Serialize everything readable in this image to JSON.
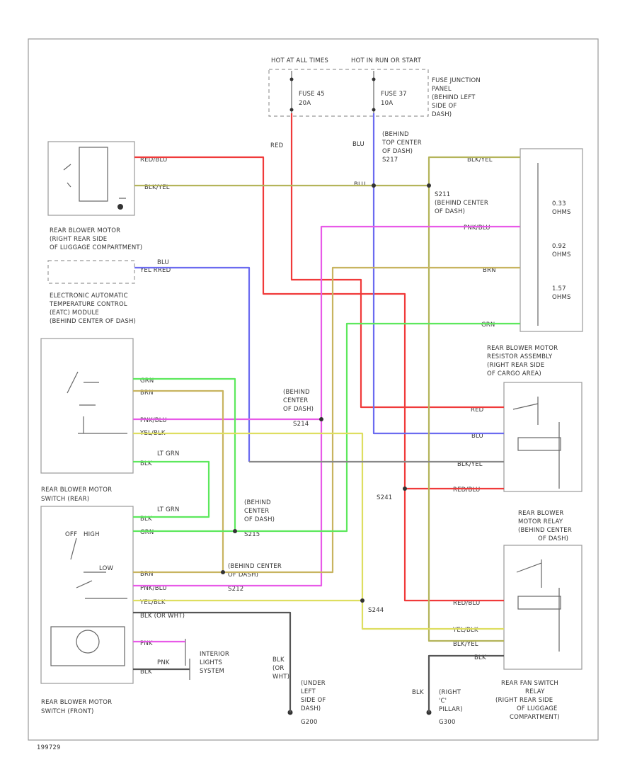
{
  "fuse_panel": {
    "hot_at_all_times": "HOT AT ALL TIMES",
    "hot_in_run": "HOT IN RUN OR START",
    "fuse45": [
      "FUSE 45",
      "20A"
    ],
    "fuse37": [
      "FUSE 37",
      "10A"
    ],
    "label": [
      "FUSE JUNCTION",
      "PANEL",
      "(BEHIND LEFT",
      "SIDE OF",
      "DASH)"
    ]
  },
  "top": {
    "red": "RED",
    "blu": "BLU",
    "behind_top": [
      "(BEHIND",
      "TOP CENTER",
      "OF DASH)",
      "S217"
    ]
  },
  "s211": [
    "S211",
    "(BEHIND CENTER",
    "OF DASH)"
  ],
  "motor": {
    "wire1": "RED/BLU",
    "wire2": "BLK/YEL",
    "label": [
      "REAR BLOWER MOTOR",
      "(RIGHT REAR SIDE",
      "OF LUGGAGE COMPARTMENT)"
    ]
  },
  "eatc": {
    "blu": "BLU",
    "wire": "YEL   RRED",
    "label": [
      "ELECTRONIC AUTOMATIC",
      "TEMPERATURE CONTROL",
      "(EATC) MODULE",
      "(BEHIND CENTER OF DASH)"
    ]
  },
  "resistor": {
    "wires": [
      "BLK/YEL",
      "PNK/BLU",
      "BRN",
      "GRN"
    ],
    "values": [
      "0.33",
      "OHMS",
      "0.92",
      "OHMS",
      "1.57",
      "OHMS"
    ],
    "label": [
      "REAR BLOWER MOTOR",
      "RESISTOR ASSEMBLY",
      "(RIGHT REAR SIDE",
      "OF CARGO AREA)"
    ]
  },
  "switch_rear": {
    "wires": [
      "GRN",
      "BRN",
      "PNK/BLU",
      "YEL/BLK",
      "BLK"
    ],
    "lt_grn": "LT GRN",
    "label": [
      "REAR BLOWER MOTOR",
      "SWITCH (REAR)"
    ]
  },
  "s214": [
    "(BEHIND",
    "CENTER",
    "OF DASH)",
    "S214"
  ],
  "relay_ctrl": {
    "wires": [
      "RED",
      "BLU",
      "BLK/YEL",
      "RED/BLU"
    ],
    "s241": "S241"
  },
  "switch_front": {
    "lt_grn": "LT GRN",
    "wires": [
      "BLK",
      "GRN",
      "BRN",
      "PNK/BLU",
      "YEL/BLK",
      "BLK (OR WHT)",
      "PNK",
      "BLK"
    ],
    "off_high": [
      "OFF",
      "HIGH"
    ],
    "low": "LOW",
    "pnk": "PNK",
    "label": [
      "REAR BLOWER MOTOR",
      "SWITCH (FRONT)"
    ]
  },
  "s215": [
    "S215",
    "(BEHIND",
    "CENTER",
    "OF DASH)"
  ],
  "s212": [
    "(BEHIND CENTER",
    "OF DASH)",
    "S212"
  ],
  "s244": "S244",
  "interior": [
    "INTERIOR",
    "LIGHTS",
    "SYSTEM"
  ],
  "relay": {
    "label": [
      "REAR BLOWER",
      "MOTOR RELAY",
      "(BEHIND CENTER",
      "OF DASH)"
    ],
    "wires": [
      "RED/BLU",
      "YEL/BLK",
      "BLK/YEL",
      "BLK"
    ]
  },
  "ground_left": {
    "wire": [
      "BLK",
      "(OR",
      "WHT)"
    ],
    "label": [
      "(UNDER",
      "LEFT",
      "SIDE OF",
      "DASH)",
      "G200"
    ]
  },
  "ground_right": {
    "wire": "BLK",
    "label": [
      "(RIGHT",
      "'C'",
      "PILLAR)",
      "G300"
    ]
  },
  "fan_relay": [
    "REAR FAN SWITCH",
    "RELAY",
    "(RIGHT REAR SIDE",
    "OF LUGGAGE",
    "COMPARTMENT)"
  ],
  "footer": "199729",
  "colors": {
    "red": "#f03a3a",
    "blue": "#6b6bf0",
    "green": "#5de85d",
    "tan": "#c8b460",
    "pink": "#e85ae8",
    "yellow": "#dede60",
    "olive": "#b4b45a",
    "gray": "#888888"
  }
}
